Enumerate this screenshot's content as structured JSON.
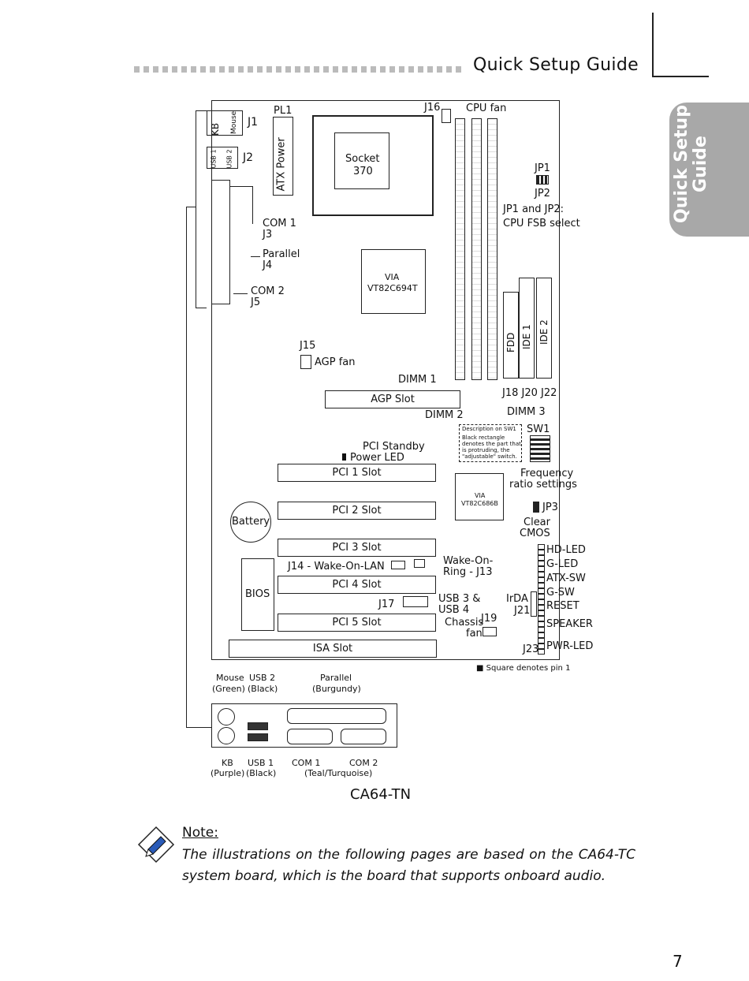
{
  "header": {
    "title": "Quick Setup Guide"
  },
  "side_tab": {
    "text": "Quick Setup Guide"
  },
  "board": {
    "connectors": {
      "kb": "KB",
      "mouse": "Mouse",
      "j1": "J1",
      "usb1": "USB 1",
      "usb2": "USB 2",
      "j2": "J2",
      "com1": "COM 1",
      "j3": "J3",
      "parallel": "Parallel",
      "j4": "J4",
      "com2": "COM 2",
      "j5": "J5",
      "pl1": "PL1",
      "atx_power": "ATX Power",
      "socket_line1": "Socket",
      "socket_line2": "370",
      "j16": "J16",
      "cpu_fan": "CPU fan",
      "jp1": "JP1",
      "jp2": "JP2",
      "jp_note_1": "JP1 and JP2:",
      "jp_note_2": "CPU FSB select",
      "via1_line1": "VIA",
      "via1_line2": "VT82C694T",
      "fdd": "FDD",
      "ide1": "IDE 1",
      "ide2": "IDE 2",
      "j15": "J15",
      "agp_fan": "AGP fan",
      "dimm1": "DIMM 1",
      "dimm2": "DIMM 2",
      "dimm3": "DIMM 3",
      "j18_20_22": "J18 J20 J22",
      "agp_slot": "AGP Slot",
      "sw_desc_1": "Description on SW1",
      "sw_desc_2": "Black rectangle",
      "sw_desc_3": "denotes the part that",
      "sw_desc_4": "is protruding, the",
      "sw_desc_5": "\"adjustable\" switch.",
      "sw1": "SW1",
      "pci_standby_1": "PCI Standby",
      "pci_standby_2": "Power LED",
      "pci1": "PCI 1 Slot",
      "pci2": "PCI 2 Slot",
      "pci3": "PCI 3 Slot",
      "pci4": "PCI 4 Slot",
      "pci5": "PCI 5 Slot",
      "isa": "ISA Slot",
      "freq_1": "Frequency",
      "freq_2": "ratio settings",
      "via2_line1": "VIA",
      "via2_line2": "VT82C686B",
      "battery": "Battery",
      "jp3": "JP3",
      "clear_1": "Clear",
      "clear_2": "CMOS",
      "wol": "J14 - Wake-On-LAN",
      "wor_1": "Wake-On-",
      "wor_2": "Ring - J13",
      "bios": "BIOS",
      "j17": "J17",
      "usb34_1": "USB 3 &",
      "usb34_2": "USB 4",
      "j19": "J19",
      "chassis_1": "Chassis",
      "chassis_2": "fan",
      "irda": "IrDA",
      "j21": "J21",
      "j23": "J23",
      "hdled": "HD-LED",
      "gled": "G-LED",
      "atxsw": "ATX-SW",
      "gsw": "G-SW",
      "reset": "RESET",
      "speaker": "SPEAKER",
      "pwrled": "PWR-LED",
      "pin_note": "■ Square denotes pin 1"
    }
  },
  "back_panel": {
    "mouse_1": "Mouse",
    "mouse_2": "(Green)",
    "usb2_1": "USB 2",
    "usb2_2": "(Black)",
    "par_1": "Parallel",
    "par_2": "(Burgundy)",
    "kb_1": "KB",
    "kb_2": "(Purple)",
    "usb1_1": "USB 1",
    "usb1_2": "(Black)",
    "com1": "COM 1",
    "com2": "COM 2",
    "com_color": "(Teal/Turquoise)"
  },
  "caption": "CA64-TN",
  "note": {
    "title": "Note:",
    "text": "The illustrations on the following pages are based on the CA64-TC system board, which is the board that supports onboard audio."
  },
  "page_number": "7"
}
